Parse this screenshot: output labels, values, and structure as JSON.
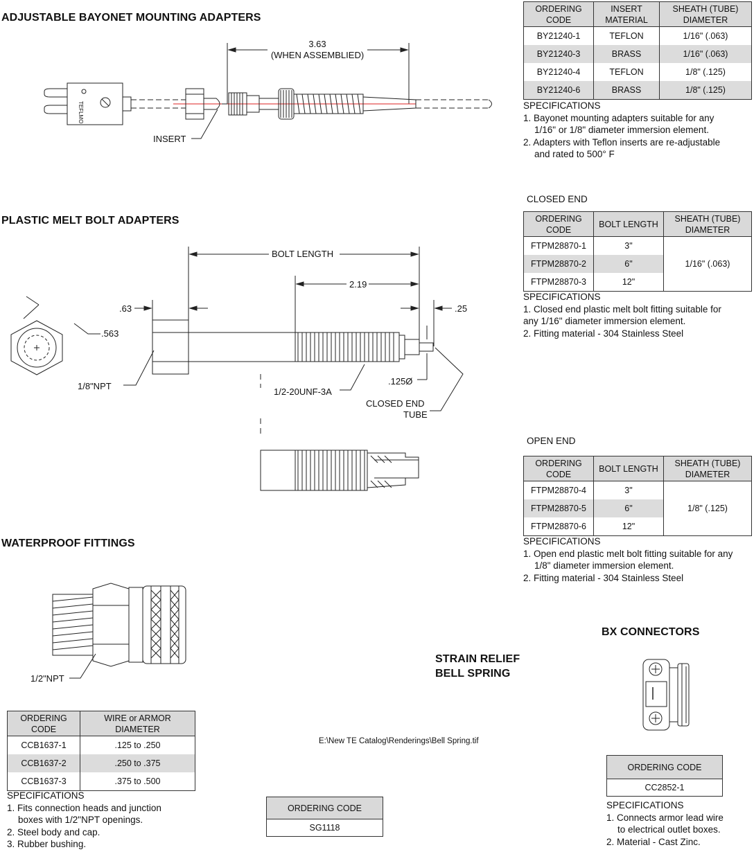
{
  "bayonet": {
    "title": "ADJUSTABLE BAYONET MOUNTING ADAPTERS",
    "dim_value": "3.63",
    "dim_note": "(WHEN ASSEMBLIED)",
    "insert_label": "INSERT",
    "brand_text": "TEFLMO",
    "table": {
      "headers": [
        "ORDERING CODE",
        "INSERT MATERIAL",
        "SHEATH (TUBE) DIAMETER"
      ],
      "rows": [
        [
          "BY21240-1",
          "TEFLON",
          "1/16\" (.063)"
        ],
        [
          "BY21240-3",
          "BRASS",
          "1/16\" (.063)"
        ],
        [
          "BY21240-4",
          "TEFLON",
          "1/8\" (.125)"
        ],
        [
          "BY21240-6",
          "BRASS",
          "1/8\" (.125)"
        ]
      ]
    },
    "spec_title": "SPECIFICATIONS",
    "spec1a": "1. Bayonet mounting adapters suitable for any",
    "spec1b": "1/16\" or 1/8\" diameter immersion element.",
    "spec2a": "2. Adapters with Teflon inserts are re-adjustable",
    "spec2b": "and rated to 500° F"
  },
  "melt": {
    "title": "PLASTIC MELT BOLT ADAPTERS",
    "bolt_length": "BOLT LENGTH",
    "dim_219": "2.19",
    "dim_63": ".63",
    "dim_25": ".25",
    "dim_563": ".563",
    "npt": "1/8\"NPT",
    "thread": "1/2-20UNF-3A",
    "dia": ".125Ø",
    "closed_end_1": "CLOSED END",
    "closed_end_2": "TUBE",
    "closed": {
      "heading": "CLOSED END",
      "headers": [
        "ORDERING CODE",
        "BOLT LENGTH",
        "SHEATH (TUBE) DIAMETER"
      ],
      "rows": [
        [
          "FTPM28870-1",
          "3\""
        ],
        [
          "FTPM28870-2",
          "6\""
        ],
        [
          "FTPM28870-3",
          "12\""
        ]
      ],
      "diameter": "1/16\" (.063)",
      "spec_title": "SPECIFICATIONS",
      "spec1a": "1. Closed end plastic melt bolt fitting suitable for",
      "spec1b": "any 1/16\" diameter immersion element.",
      "spec2": "2. Fitting material - 304 Stainless Steel"
    },
    "open": {
      "heading": "OPEN END",
      "headers": [
        "ORDERING CODE",
        "BOLT LENGTH",
        "SHEATH (TUBE) DIAMETER"
      ],
      "rows": [
        [
          "FTPM28870-4",
          "3\""
        ],
        [
          "FTPM28870-5",
          "6\""
        ],
        [
          "FTPM28870-6",
          "12\""
        ]
      ],
      "diameter": "1/8\" (.125)",
      "spec_title": "SPECIFICATIONS",
      "spec1a": "1. Open end plastic melt bolt fitting suitable for any",
      "spec1b": "1/8\" diameter immersion element.",
      "spec2": "2. Fitting material - 304 Stainless Steel"
    }
  },
  "waterproof": {
    "title": "WATERPROOF FITTINGS",
    "npt": "1/2\"NPT",
    "table": {
      "headers": [
        "ORDERING CODE",
        "WIRE or ARMOR DIAMETER"
      ],
      "rows": [
        [
          "CCB1637-1",
          ".125 to .250"
        ],
        [
          "CCB1637-2",
          ".250 to .375"
        ],
        [
          "CCB1637-3",
          ".375 to .500"
        ]
      ]
    },
    "spec_title": "SPECIFICATIONS",
    "spec1a": "1. Fits connection heads and junction",
    "spec1b": "boxes with 1/2\"NPT openings.",
    "spec2": "2. Steel body and cap.",
    "spec3": "3. Rubber bushing."
  },
  "strain": {
    "title1": "STRAIN RELIEF",
    "title2": "BELL SPRING",
    "missing_path": "E:\\New TE Catalog\\Renderings\\Bell Spring.tif",
    "table_header": "ORDERING CODE",
    "code": "SG1118"
  },
  "bx": {
    "title": "BX CONNECTORS",
    "table_header": "ORDERING CODE",
    "code": "CC2852-1",
    "spec_title": "SPECIFICATIONS",
    "spec1a": "1. Connects armor lead wire",
    "spec1b": "to electrical outlet boxes.",
    "spec2": "2. Material - Cast Zinc."
  }
}
